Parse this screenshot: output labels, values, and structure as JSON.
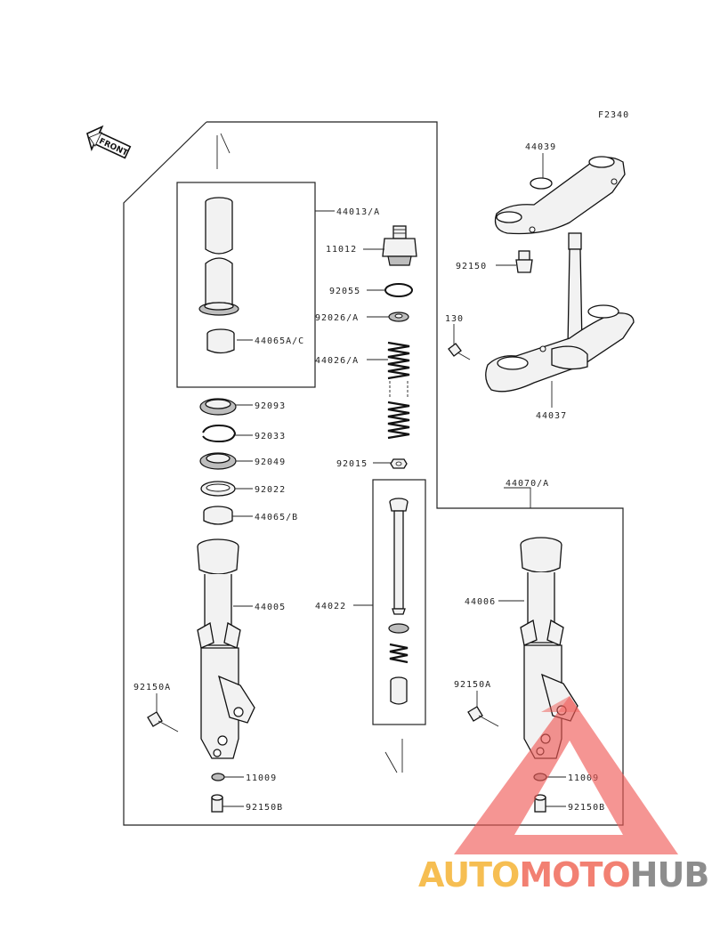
{
  "diagram": {
    "code": "F2340",
    "front_label": "FRONT",
    "labels": {
      "p44013A": "44013/A",
      "p11012": "11012",
      "p92055": "92055",
      "p92026A": "92026/A",
      "p44065AC": "44065A/C",
      "p44026A": "44026/A",
      "p92093": "92093",
      "p92033": "92033",
      "p92049": "92049",
      "p92015": "92015",
      "p92022": "92022",
      "p44065B": "44065/B",
      "p44070A": "44070/A",
      "p44005": "44005",
      "p44022": "44022",
      "p44006": "44006",
      "p92150A_left": "92150A",
      "p92150A_right": "92150A",
      "p11009_left": "11009",
      "p11009_right": "11009",
      "p92150B_left": "92150B",
      "p92150B_right": "92150B",
      "p44039": "44039",
      "p92150": "92150",
      "p130": "130",
      "p44037": "44037"
    }
  },
  "watermark": {
    "part1": "AUTO",
    "part2": "MOTO",
    "part3": "HUB",
    "color1": "#f5b335",
    "color2": "#f06a5a",
    "color3": "#7a7a7a",
    "triangle_color": "#ef5a55"
  }
}
